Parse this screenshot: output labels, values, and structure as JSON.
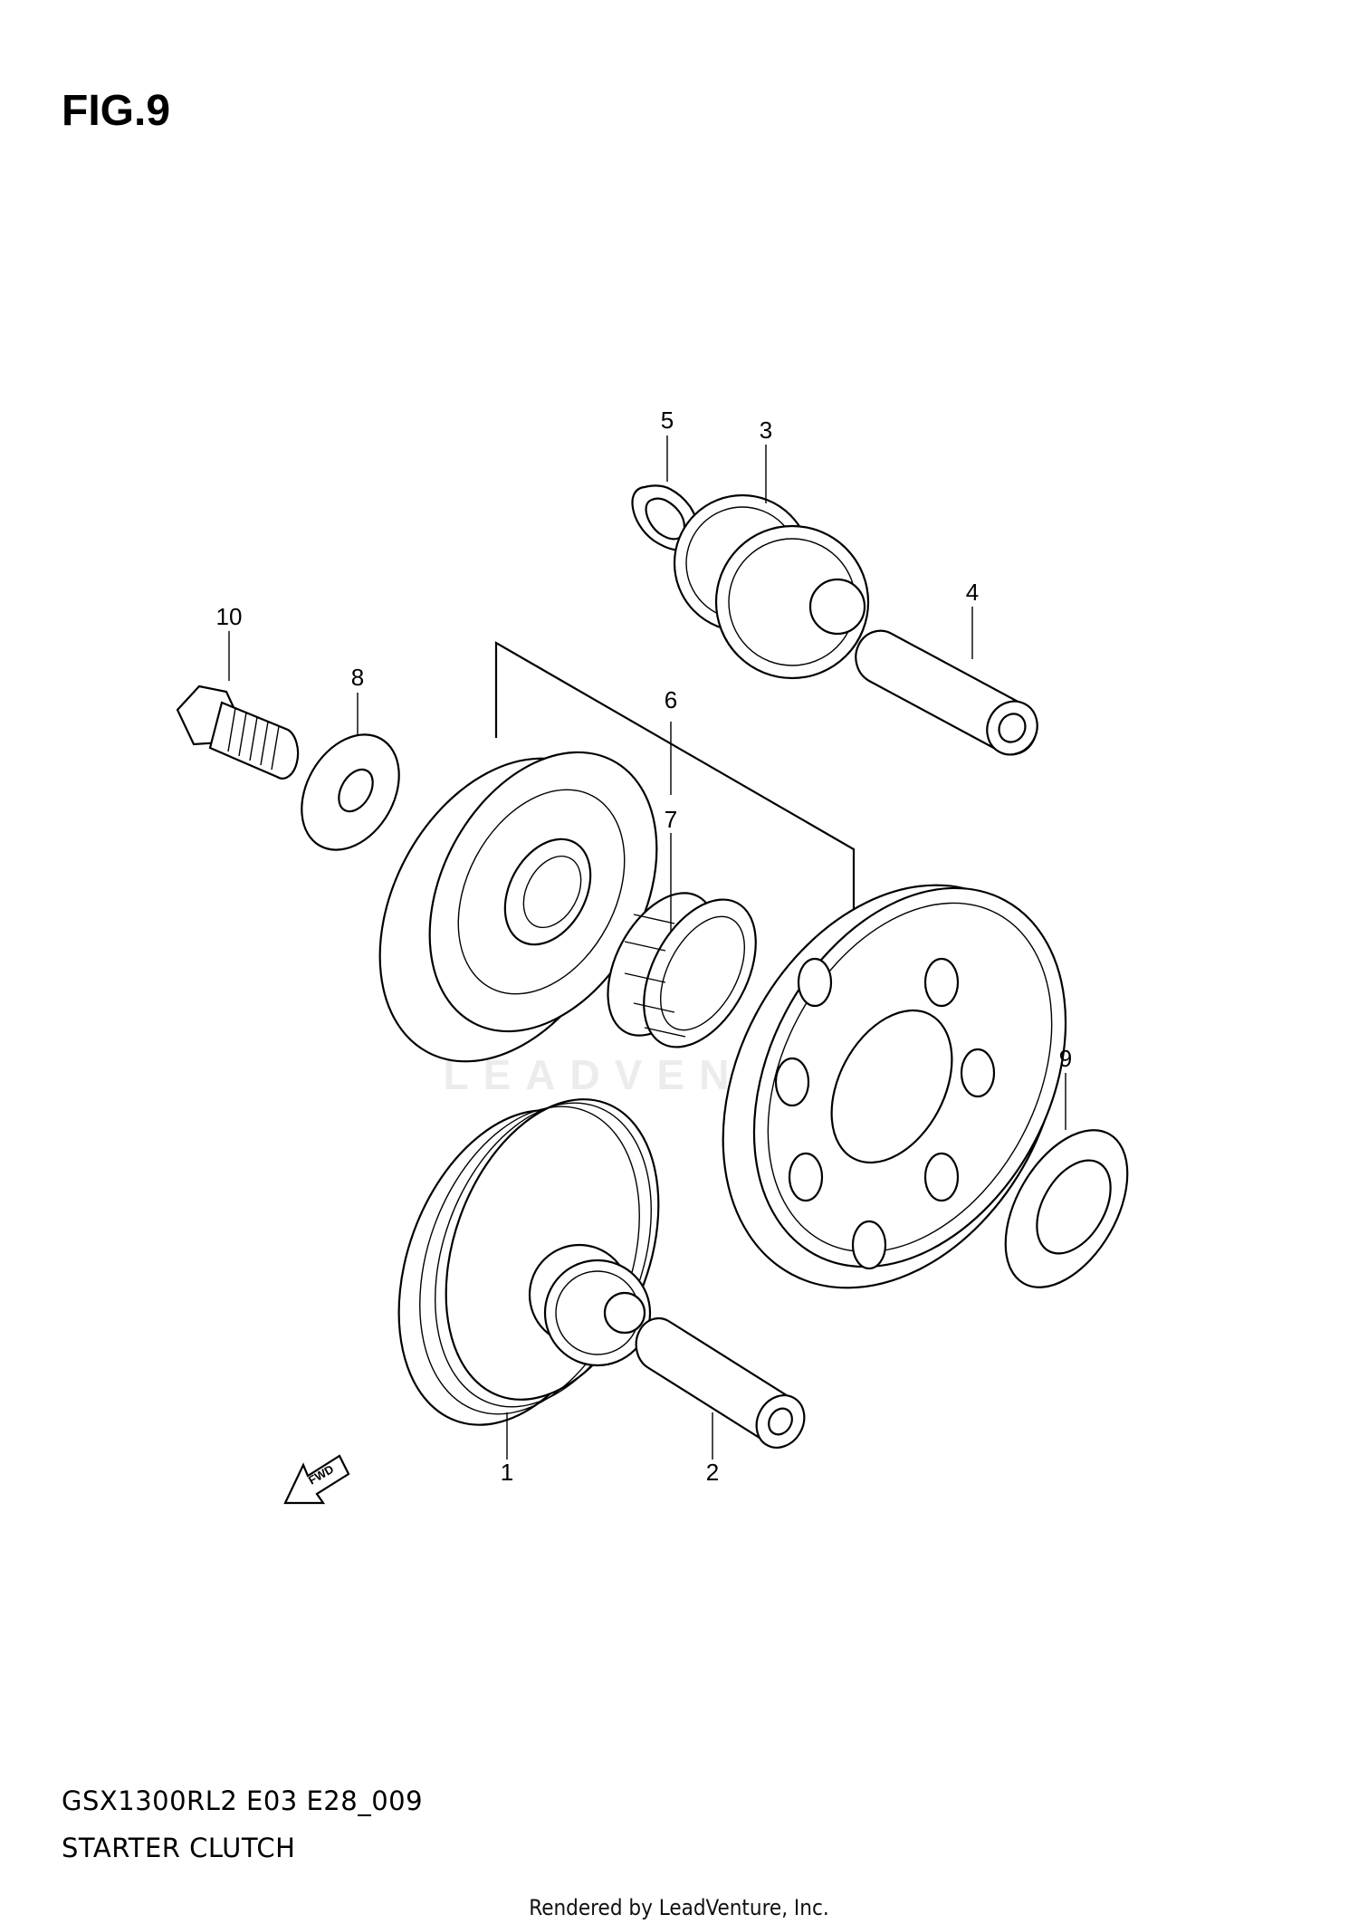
{
  "figure_title": "FIG.9",
  "model_code": "GSX1300RL2 E03 E28_009",
  "section_name": "STARTER CLUTCH",
  "render_credit": "Rendered by LeadVenture, Inc.",
  "watermark": "LEADVENTURE",
  "fwd_label": "FWD",
  "callouts": {
    "c1": "1",
    "c2": "2",
    "c3": "3",
    "c4": "4",
    "c5": "5",
    "c6": "6",
    "c7": "7",
    "c8": "8",
    "c9": "9",
    "c10": "10"
  }
}
